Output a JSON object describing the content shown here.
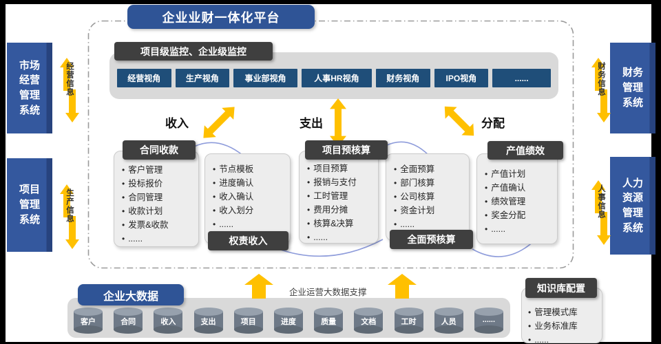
{
  "title": "企业业财一体化平台",
  "systems": {
    "market": {
      "name": "市场经营管理系统",
      "display": "市场\n经营\n管理\n系统"
    },
    "project": {
      "name": "项目管理系统",
      "display": "项目\n管理\n系统"
    },
    "finance": {
      "name": "财务管理系统",
      "display": "财务\n管理\n系统"
    },
    "hr": {
      "name": "人力资源管理系统",
      "display": "人力\n资源\n管理\n系统"
    }
  },
  "info_flows": {
    "operation": "经营信息",
    "production": "生产信息",
    "finance": "财务信息",
    "personnel": "人事信息"
  },
  "monitor": {
    "header": "项目级监控、企业级监控",
    "views": [
      "经营视角",
      "生产视角",
      "事业部视角",
      "人事HR视角",
      "财务视角",
      "IPO视角",
      "......"
    ]
  },
  "flow_labels": {
    "income": "收入",
    "expense": "支出",
    "distribution": "分配"
  },
  "process_boxes": [
    {
      "header": "合同收款",
      "header_pos": "top",
      "items": [
        "客户管理",
        "投标报价",
        "合同管理",
        "收款计划",
        "发票&收款",
        "......"
      ]
    },
    {
      "header": "权责收入",
      "header_pos": "bottom",
      "items": [
        "节点模板",
        "进度确认",
        "收入确认",
        "收入划分",
        "......"
      ]
    },
    {
      "header": "项目预核算",
      "header_pos": "top",
      "items": [
        "项目预算",
        "报销与支付",
        "工时管理",
        "费用分摊",
        "核算&决算",
        "......"
      ]
    },
    {
      "header": "全面预核算",
      "header_pos": "bottom",
      "items": [
        "全面预算",
        "部门核算",
        "公司核算",
        "资金计划",
        "......"
      ]
    },
    {
      "header": "产值绩效",
      "header_pos": "top",
      "items": [
        "产值计划",
        "产值确认",
        "绩效管理",
        "奖金分配",
        "......"
      ]
    }
  ],
  "big_data": {
    "header": "企业大数据",
    "support_label": "企业运营大数据支撑",
    "databases": [
      "客户",
      "合同",
      "收入",
      "支出",
      "项目",
      "进度",
      "质量",
      "文档",
      "工时",
      "人员",
      "......"
    ]
  },
  "knowledge_base": {
    "header": "知识库配置",
    "items": [
      "管理模式库",
      "业务标准库",
      "......"
    ]
  },
  "colors": {
    "primary_blue": "#2F5496",
    "side_box_blue": "#34589E",
    "chip_blue": "#1F4E79",
    "header_dark": "#3F3F3F",
    "panel_gray": "#EDEDED",
    "container_gray": "#D9D9D9",
    "accent_yellow": "#FFC000",
    "connector_purple": "#8E9CDB"
  }
}
